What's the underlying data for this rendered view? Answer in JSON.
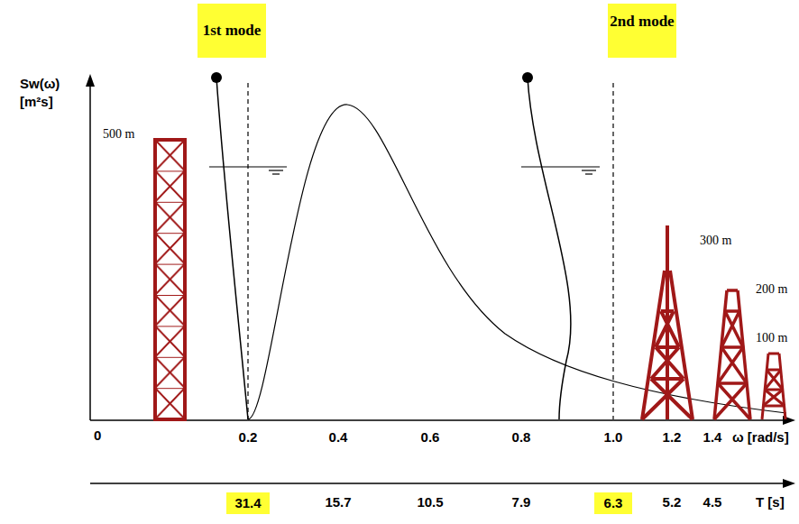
{
  "diagram": {
    "nodes": [
      {
        "text": [
          "1st mode"
        ]
      },
      {
        "text": [
          "2nd mode"
        ]
      },
      {
        "text": [
          "31.4"
        ]
      },
      {
        "text": [
          "6.3"
        ]
      }
    ],
    "labels": [
      "Sw(ω)",
      "[m²s]",
      "500 m",
      "300 m",
      "200 m",
      "100 m",
      "0",
      "0.2",
      "0.4",
      "0.6",
      "0.8",
      "1.0",
      "1.2",
      "1.4",
      "ω [rad/s]",
      "15.7",
      "10.5",
      "7.9",
      "5.2",
      "4.5",
      "T [s]"
    ]
  }
}
